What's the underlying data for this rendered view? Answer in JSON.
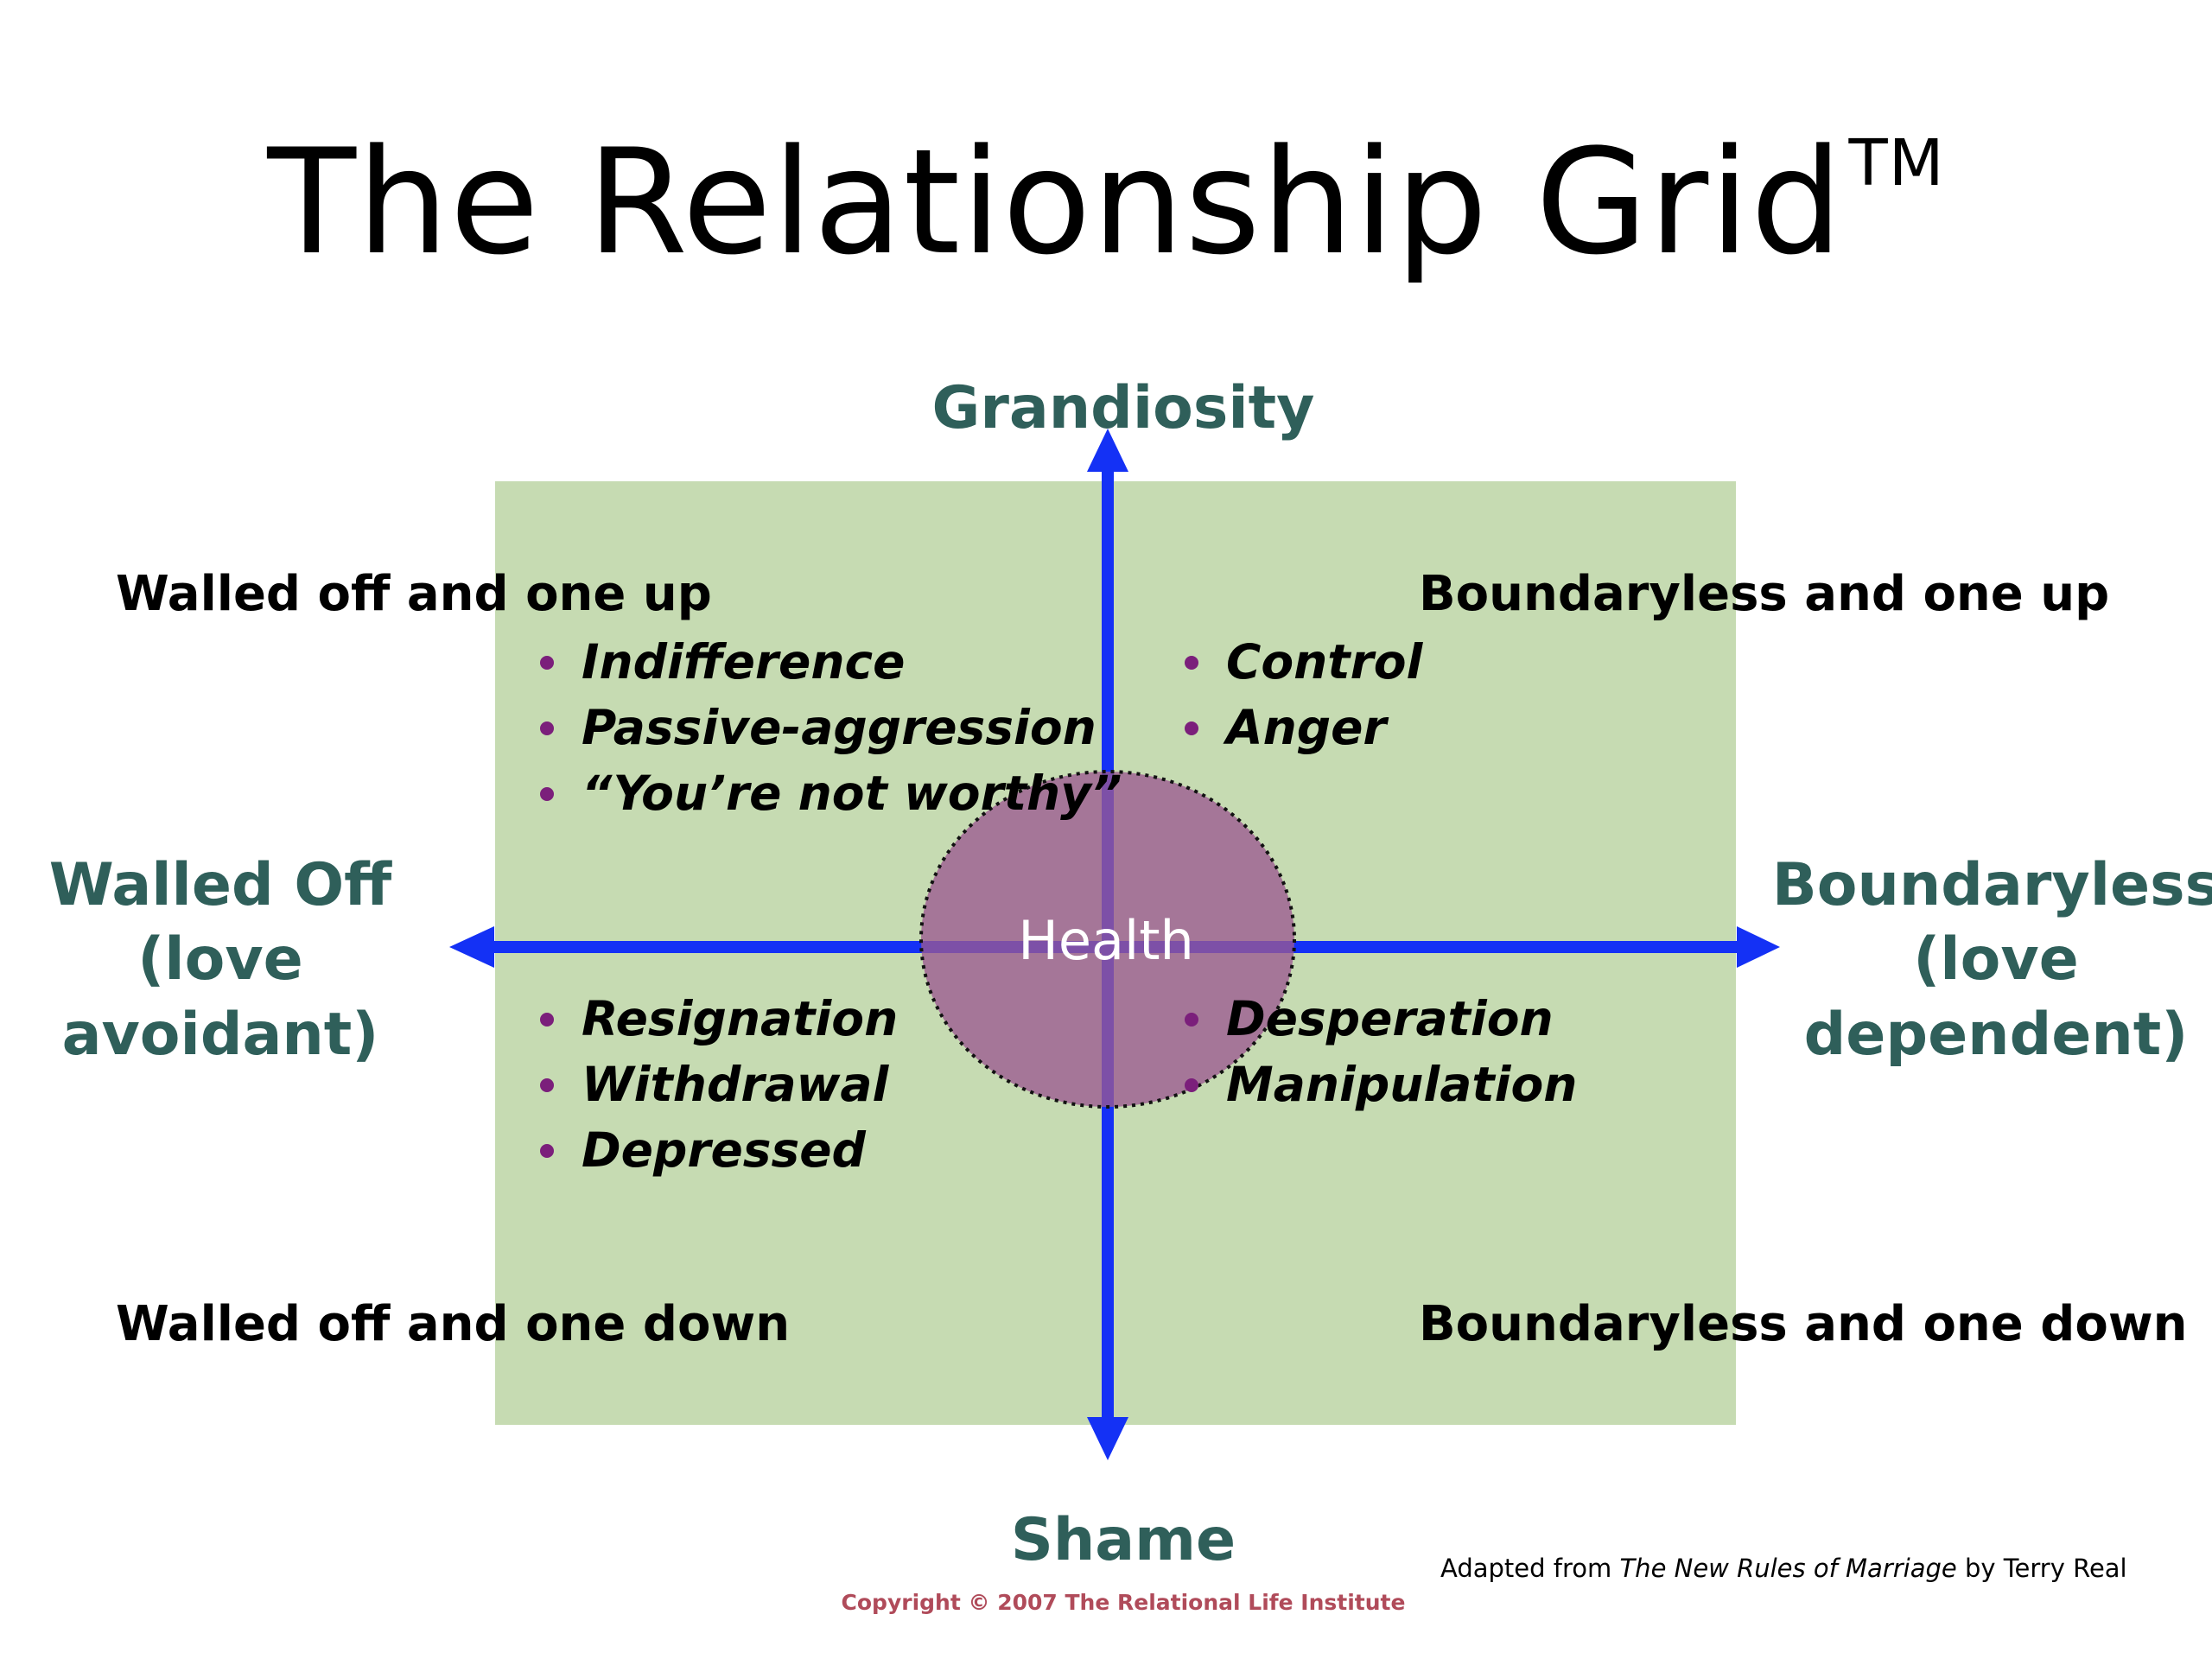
{
  "title": {
    "text": "The Relationship Grid",
    "mark": "TM"
  },
  "axes": {
    "top": "Grandiosity",
    "bottom": "Shame",
    "left": {
      "line1": "Walled Off",
      "line2": "(love",
      "line3": "avoidant)"
    },
    "right": {
      "line1": "Boundaryless",
      "line2": "(love",
      "line3": "dependent)"
    }
  },
  "quadrants": {
    "top_left": {
      "label": "Walled off and one up",
      "items": [
        "Indifference",
        "Passive-aggression",
        "“You’re not worthy”"
      ]
    },
    "top_right": {
      "label": "Boundaryless and one up",
      "items": [
        "Control",
        "Anger"
      ]
    },
    "bottom_left": {
      "label": "Walled off and one down",
      "items": [
        "Resignation",
        "Withdrawal",
        "Depressed"
      ]
    },
    "bottom_right": {
      "label": "Boundaryless and one down",
      "items": [
        "Desperation",
        "Manipulation"
      ]
    }
  },
  "center": {
    "label": "Health"
  },
  "copyright": "Copyright © 2007 The Relational Life Institute",
  "credit": {
    "prefix": "Adapted from ",
    "book": "The New Rules of Marriage",
    "suffix": " by Terry Real"
  },
  "colors": {
    "background": "#ffffff",
    "grid_fill": "#c6dbb2",
    "axis_arrow": "#1431f5",
    "axis_label": "#2f5f5a",
    "health_circle": "#9b5a91",
    "bullet": "#7b1f7b",
    "copyright": "#b04b5a"
  }
}
